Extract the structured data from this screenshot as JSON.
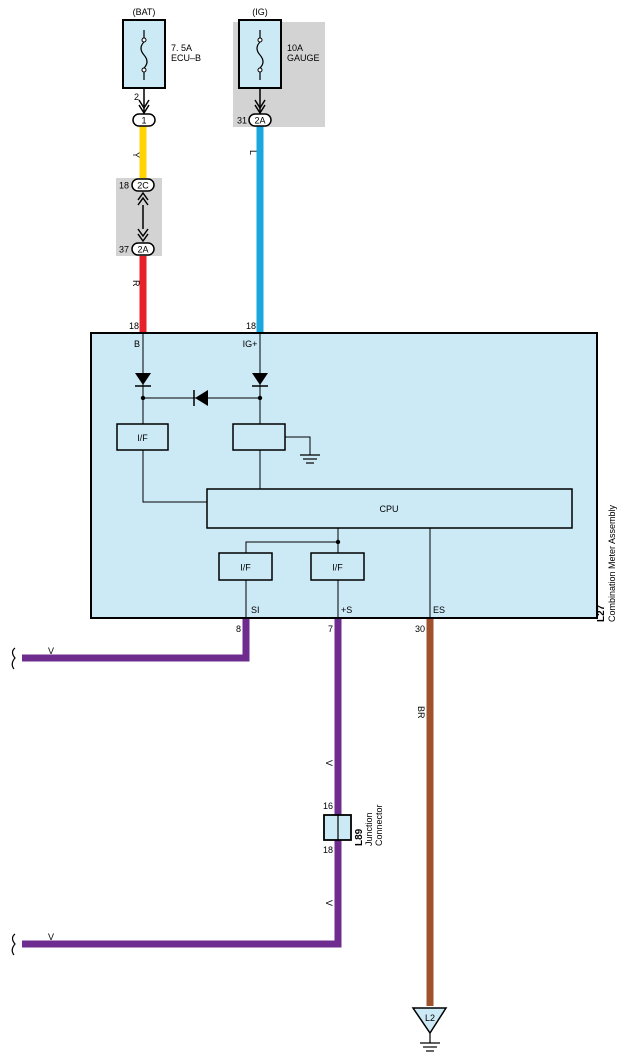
{
  "fuses": [
    {
      "source": "(BAT)",
      "rating": "7. 5A",
      "name": "ECU–B",
      "pin": "2",
      "connector": "1"
    },
    {
      "source": "(IG)",
      "rating": "10A",
      "name": "GAUGE",
      "pin": "31",
      "connector": "2A"
    }
  ],
  "junction_top": {
    "pin": "18",
    "connector": "2C"
  },
  "junction_bottom": {
    "pin": "37",
    "connector": "2A"
  },
  "wires": {
    "yellow": "Y",
    "red": "R",
    "blue": "L",
    "violet": "V",
    "brown": "BR"
  },
  "meter": {
    "code": "L27",
    "name": "Combination Meter Assembly",
    "pin_b": "18",
    "label_b": "B",
    "pin_ig": "18",
    "label_ig": "IG+",
    "if_label": "I/F",
    "cpu_label": "CPU",
    "pin_si": "8",
    "label_si": "SI",
    "pin_s": "7",
    "label_s": "+S",
    "pin_es": "30",
    "label_es": "ES"
  },
  "junction_connector": {
    "code": "L89",
    "name1": "Junction",
    "name2": "Connector",
    "pin_top": "16",
    "pin_bottom": "18"
  },
  "ground": {
    "label": "L2"
  },
  "colors": {
    "yellow": "#ffd400",
    "red": "#e8202a",
    "blue": "#1aa7e0",
    "violet": "#6e2c8e",
    "brown": "#a0522d",
    "box_fill": "#cce9f6",
    "shade": "#d3d3d3"
  }
}
